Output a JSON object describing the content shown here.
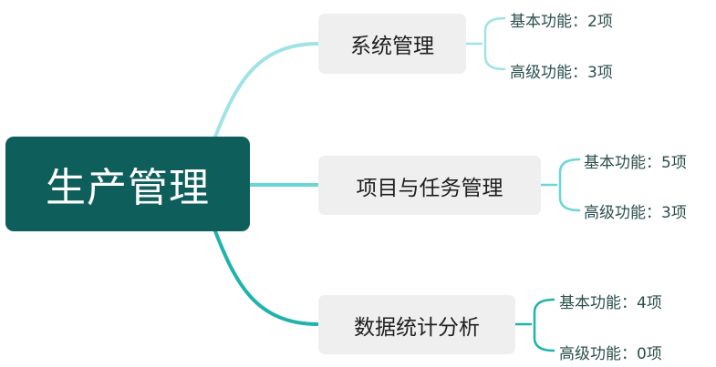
{
  "root": {
    "label": "生产管理"
  },
  "branches": [
    {
      "label": "系统管理",
      "leaves": [
        {
          "label": "基本功能：2项"
        },
        {
          "label": "高级功能：3项"
        }
      ]
    },
    {
      "label": "项目与任务管理",
      "leaves": [
        {
          "label": "基本功能：5项"
        },
        {
          "label": "高级功能：3项"
        }
      ]
    },
    {
      "label": "数据统计分析",
      "leaves": [
        {
          "label": "基本功能：4项"
        },
        {
          "label": "高级功能：0项"
        }
      ]
    }
  ],
  "colors": {
    "root_fill": "#0e5e5c",
    "root_text": "#ffffff",
    "branch_fill": "#efefef",
    "branch_text": "#1f1f1f",
    "leaf_text": "#2b4f4e",
    "connector_top": "#9fe3e6",
    "connector_middle": "#6ad6d6",
    "connector_bottom": "#1fb3ac"
  }
}
